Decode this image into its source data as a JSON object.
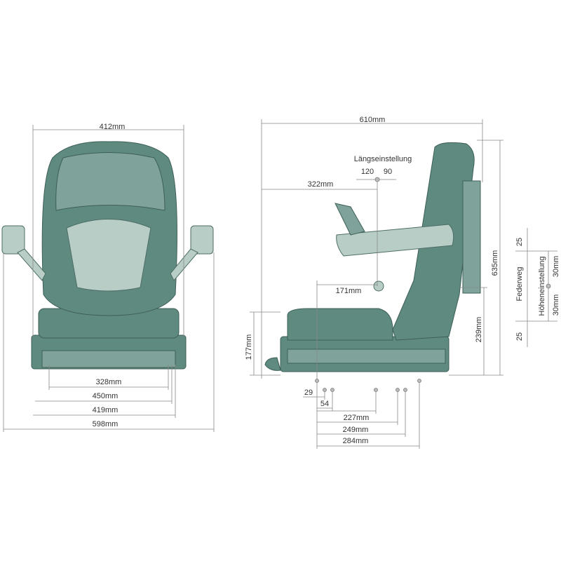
{
  "front_view": {
    "width_backrest": "412mm",
    "dims": [
      "328mm",
      "450mm",
      "419mm",
      "598mm"
    ]
  },
  "side_view": {
    "depth_total": "610mm",
    "laengseinstellung": {
      "label": "Längseinstellung",
      "back": "120",
      "forward": "90"
    },
    "backrest_offset": "322mm",
    "seat_offset": "171mm",
    "height_total": "635mm",
    "height_seat": "239mm",
    "height_base": "177mm",
    "federweg": {
      "label": "Federweg",
      "up": "25",
      "down": "25"
    },
    "hoeheneinstellung": {
      "label": "Höheneinstellung",
      "up": "30mm",
      "down": "30mm"
    },
    "mounting": [
      "29",
      "54",
      "227mm",
      "249mm",
      "284mm"
    ]
  },
  "colors": {
    "seat": "#5f8a80",
    "seat_light": "#b9cdc7"
  }
}
